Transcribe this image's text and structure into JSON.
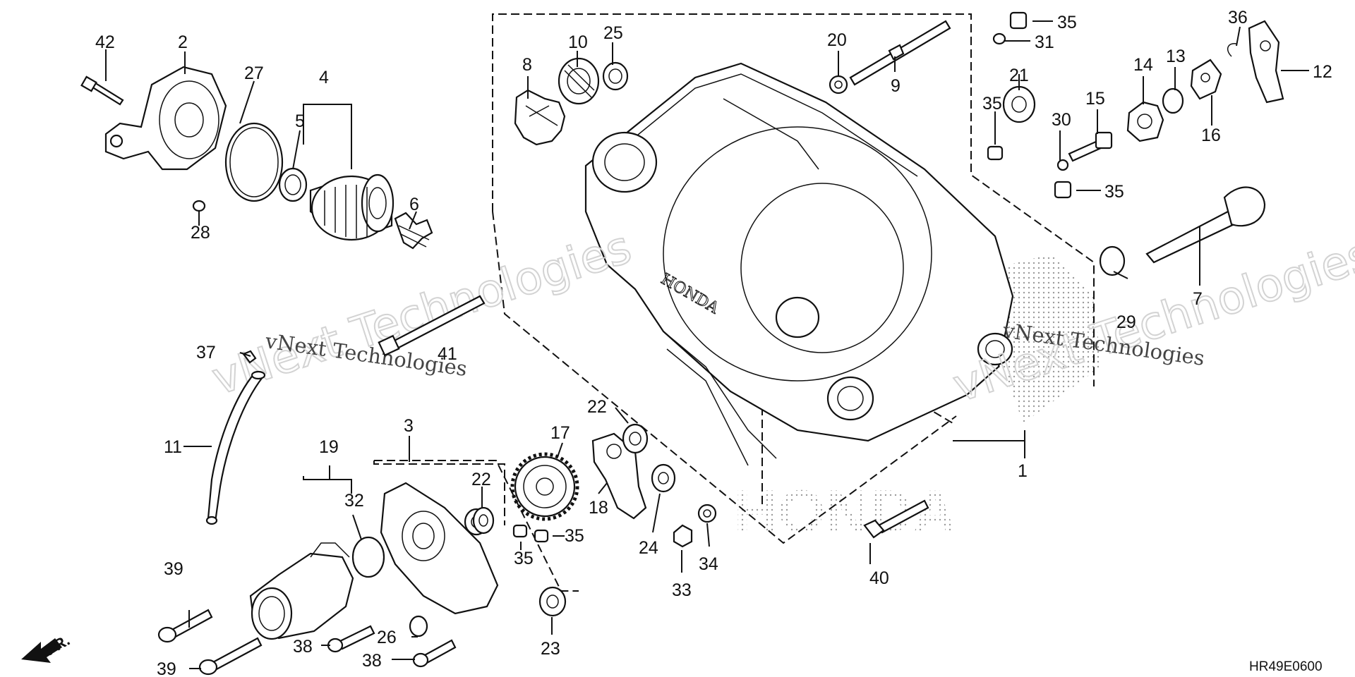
{
  "diagram": {
    "code": "HR49E0600",
    "front_marker": "FR.",
    "watermark_big": "vNext Technologies",
    "watermark_small": "vNext Technologies",
    "brand_mark": "HONDA",
    "callouts": {
      "42": "42",
      "2": "2",
      "27": "27",
      "4": "4",
      "5": "5",
      "6": "6",
      "28": "28",
      "8": "8",
      "10": "10",
      "25": "25",
      "20": "20",
      "9": "9",
      "35": "35",
      "31": "31",
      "21": "21",
      "30": "30",
      "15": "15",
      "14": "14",
      "13": "13",
      "36": "36",
      "12": "12",
      "16": "16",
      "7": "7",
      "29": "29",
      "41": "41",
      "37": "37",
      "11": "11",
      "19": "19",
      "32": "32",
      "3": "3",
      "22": "22",
      "17": "17",
      "18": "18",
      "24": "24",
      "34": "34",
      "33": "33",
      "40": "40",
      "1": "1",
      "23": "23",
      "26": "26",
      "38": "38",
      "39": "39"
    }
  }
}
